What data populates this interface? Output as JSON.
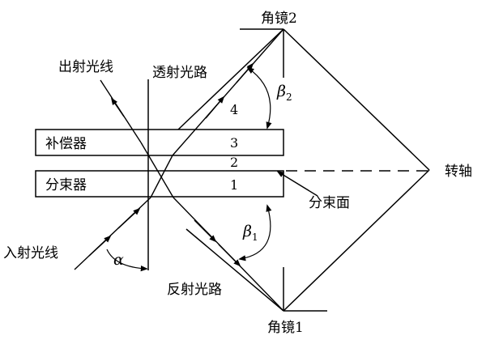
{
  "labels": {
    "mirror_top": "角镜2",
    "mirror_bottom": "角镜1",
    "output_ray": "出射光线",
    "transmit_path": "透射光路",
    "compensator": "补偿器",
    "beamsplitter": "分束器",
    "input_ray": "入射光线",
    "reflect_path": "反射光路",
    "split_surface": "分束面",
    "rotation_axis": "转轴"
  },
  "numbers": {
    "n4": "4",
    "n3": "3",
    "n2": "2",
    "n1": "1"
  },
  "angles": {
    "alpha": "α",
    "beta_top": "β",
    "beta_top_sub": "2",
    "beta_bottom": "β",
    "beta_bottom_sub": "1"
  },
  "colors": {
    "ink": "#000000",
    "background": "#ffffff"
  }
}
